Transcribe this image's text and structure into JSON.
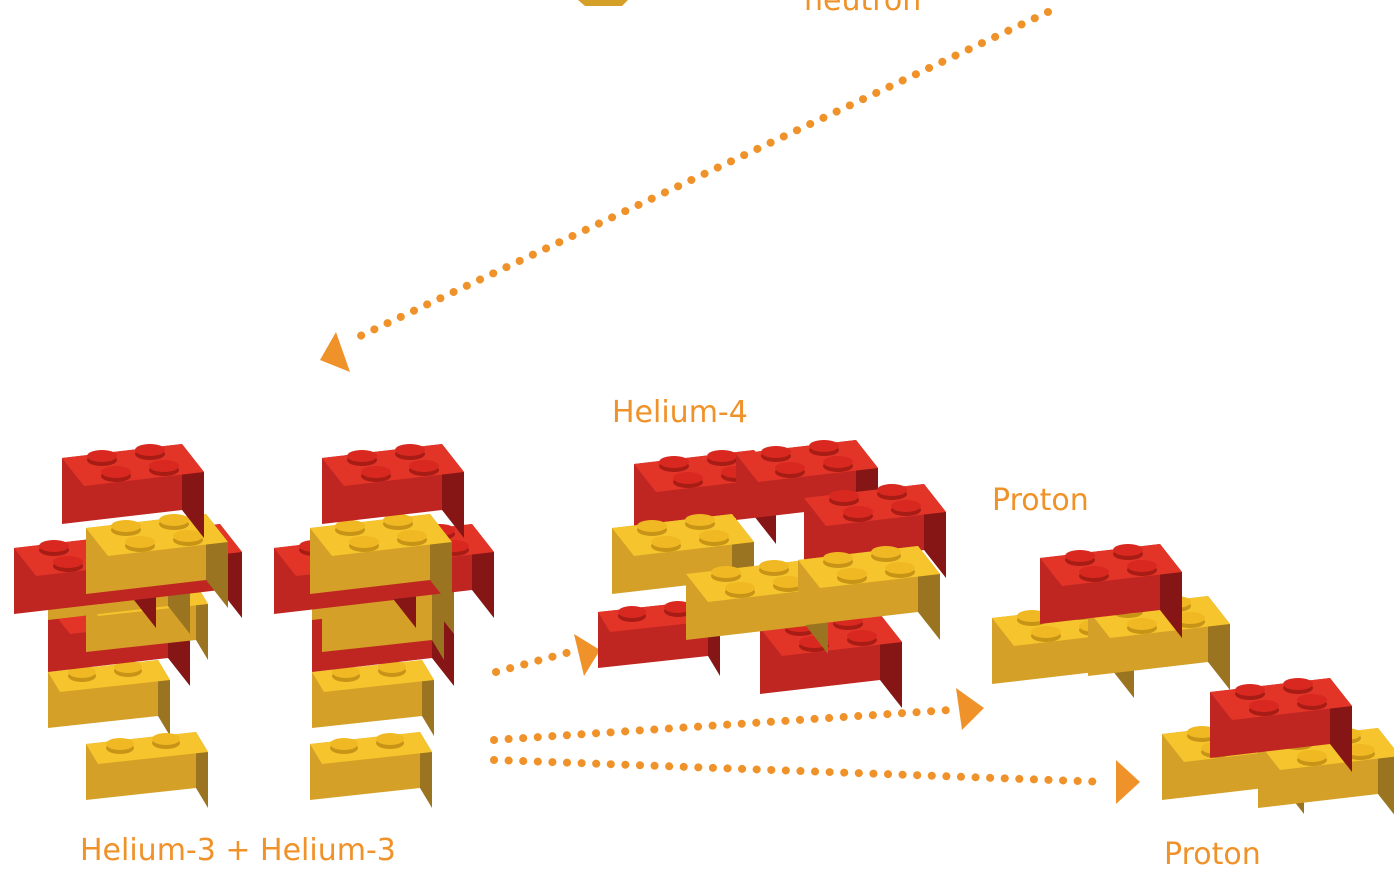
{
  "labels": {
    "neutron": "neutron",
    "helium4": "Helium-4",
    "proton_top": "Proton",
    "proton_bottom": "Proton",
    "reactants": "Helium-3 + Helium-3"
  },
  "colors": {
    "accent": "#f0922a",
    "proton_brick": "#d42820",
    "neutron_brick": "#f4bc28",
    "background": "#ffffff"
  },
  "legend_semantics": {
    "red_brick": "proton",
    "yellow_brick": "neutron"
  }
}
